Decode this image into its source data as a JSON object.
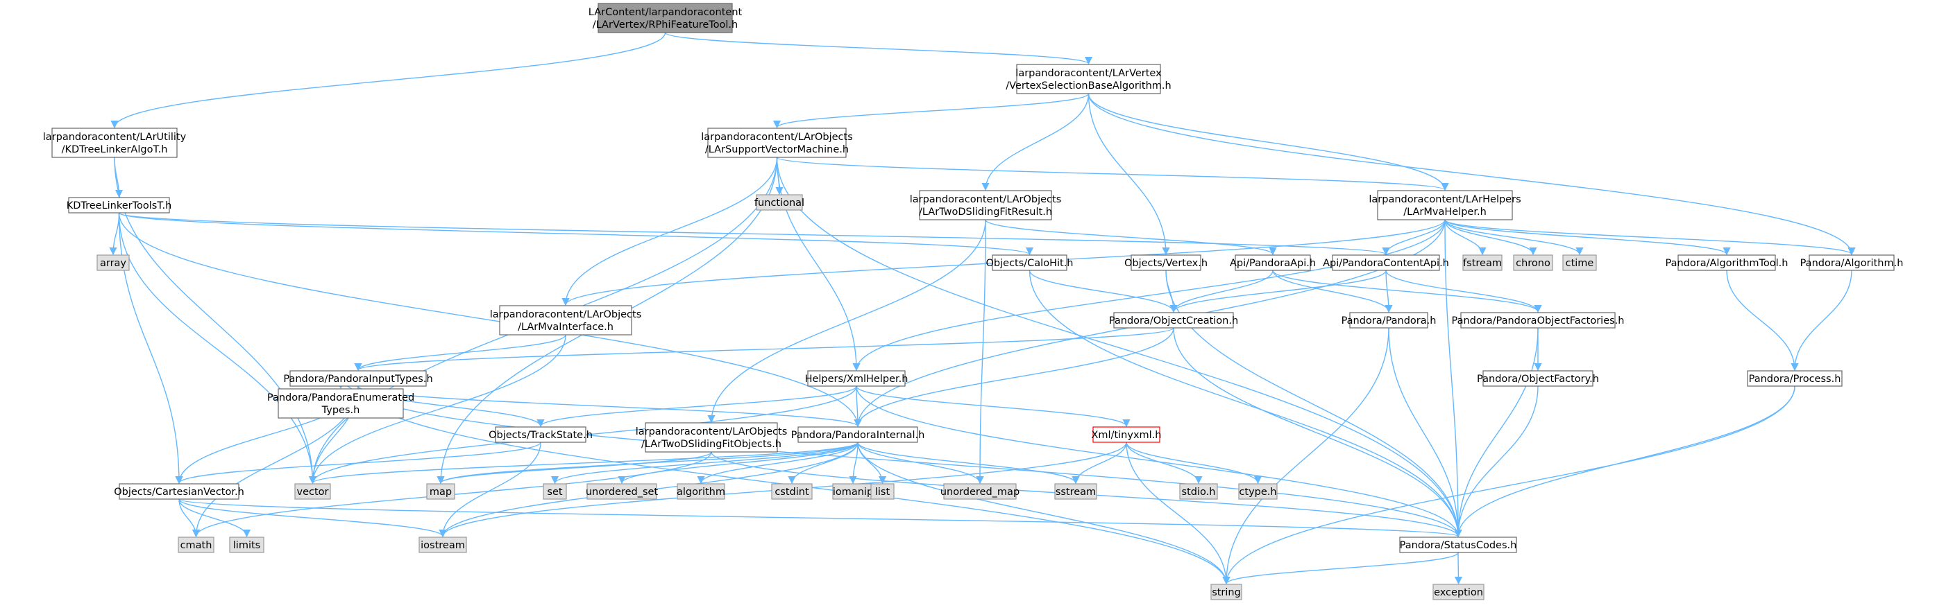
{
  "colors": {
    "edge": "#63b8ff",
    "root_fill": "#999999",
    "root_stroke": "#666666",
    "node_fill": "#ffffff",
    "node_stroke": "#666666",
    "system_fill": "#e0e0e0",
    "system_stroke": "#999999",
    "truncated_stroke": "#ff0000",
    "text": "#000000"
  },
  "nodes": [
    {
      "id": "root",
      "kind": "root",
      "lines": [
        "LArContent/larpandoracontent",
        "/LArVertex/RPhiFeatureTool.h"
      ]
    },
    {
      "id": "vsba",
      "kind": "normal",
      "lines": [
        "larpandoracontent/LArVertex",
        "/VertexSelectionBaseAlgorithm.h"
      ]
    },
    {
      "id": "kdalgo",
      "kind": "normal",
      "lines": [
        "larpandoracontent/LArUtility",
        "/KDTreeLinkerAlgoT.h"
      ]
    },
    {
      "id": "svm",
      "kind": "normal",
      "lines": [
        "larpandoracontent/LArObjects",
        "/LArSupportVectorMachine.h"
      ]
    },
    {
      "id": "kdtools",
      "kind": "normal",
      "lines": [
        "KDTreeLinkerToolsT.h"
      ]
    },
    {
      "id": "functional",
      "kind": "system",
      "lines": [
        "functional"
      ]
    },
    {
      "id": "fitres",
      "kind": "normal",
      "lines": [
        "larpandoracontent/LArObjects",
        "/LArTwoDSlidingFitResult.h"
      ]
    },
    {
      "id": "mva",
      "kind": "normal",
      "lines": [
        "larpandoracontent/LArHelpers",
        "/LArMvaHelper.h"
      ]
    },
    {
      "id": "array",
      "kind": "system",
      "lines": [
        "array"
      ]
    },
    {
      "id": "calohit",
      "kind": "normal",
      "lines": [
        "Objects/CaloHit.h"
      ]
    },
    {
      "id": "vertex_h",
      "kind": "normal",
      "lines": [
        "Objects/Vertex.h"
      ]
    },
    {
      "id": "api",
      "kind": "normal",
      "lines": [
        "Api/PandoraApi.h"
      ]
    },
    {
      "id": "contentapi",
      "kind": "normal",
      "lines": [
        "Api/PandoraContentApi.h"
      ]
    },
    {
      "id": "fstream",
      "kind": "system",
      "lines": [
        "fstream"
      ]
    },
    {
      "id": "chrono",
      "kind": "system",
      "lines": [
        "chrono"
      ]
    },
    {
      "id": "ctime",
      "kind": "system",
      "lines": [
        "ctime"
      ]
    },
    {
      "id": "algtool",
      "kind": "normal",
      "lines": [
        "Pandora/AlgorithmTool.h"
      ]
    },
    {
      "id": "algorithm_h",
      "kind": "normal",
      "lines": [
        "Pandora/Algorithm.h"
      ]
    },
    {
      "id": "mvaint",
      "kind": "normal",
      "lines": [
        "larpandoracontent/LArObjects",
        "/LArMvaInterface.h"
      ]
    },
    {
      "id": "objcreation",
      "kind": "normal",
      "lines": [
        "Pandora/ObjectCreation.h"
      ]
    },
    {
      "id": "pandora_h",
      "kind": "normal",
      "lines": [
        "Pandora/Pandora.h"
      ]
    },
    {
      "id": "objfactories",
      "kind": "normal",
      "lines": [
        "Pandora/PandoraObjectFactories.h"
      ]
    },
    {
      "id": "inputtypes",
      "kind": "normal",
      "lines": [
        "Pandora/PandoraInputTypes.h"
      ]
    },
    {
      "id": "xmlhelper",
      "kind": "normal",
      "lines": [
        "Helpers/XmlHelper.h"
      ]
    },
    {
      "id": "objfactory",
      "kind": "normal",
      "lines": [
        "Pandora/ObjectFactory.h"
      ]
    },
    {
      "id": "process",
      "kind": "normal",
      "lines": [
        "Pandora/Process.h"
      ]
    },
    {
      "id": "enumtypes",
      "kind": "normal",
      "lines": [
        "Pandora/PandoraEnumerated",
        "Types.h"
      ]
    },
    {
      "id": "trackstate",
      "kind": "normal",
      "lines": [
        "Objects/TrackState.h"
      ]
    },
    {
      "id": "fitobjs",
      "kind": "normal",
      "lines": [
        "larpandoracontent/LArObjects",
        "/LArTwoDSlidingFitObjects.h"
      ]
    },
    {
      "id": "internal",
      "kind": "normal",
      "lines": [
        "Pandora/PandoraInternal.h"
      ]
    },
    {
      "id": "tinyxml",
      "kind": "truncated",
      "lines": [
        "Xml/tinyxml.h"
      ]
    },
    {
      "id": "cartesian",
      "kind": "normal",
      "lines": [
        "Objects/CartesianVector.h"
      ]
    },
    {
      "id": "vector",
      "kind": "system",
      "lines": [
        "vector"
      ]
    },
    {
      "id": "map",
      "kind": "system",
      "lines": [
        "map"
      ]
    },
    {
      "id": "set",
      "kind": "system",
      "lines": [
        "set"
      ]
    },
    {
      "id": "unordered_set",
      "kind": "system",
      "lines": [
        "unordered_set"
      ]
    },
    {
      "id": "algorithm",
      "kind": "system",
      "lines": [
        "algorithm"
      ]
    },
    {
      "id": "cstdint",
      "kind": "system",
      "lines": [
        "cstdint"
      ]
    },
    {
      "id": "iomanip",
      "kind": "system",
      "lines": [
        "iomanip"
      ]
    },
    {
      "id": "list",
      "kind": "system",
      "lines": [
        "list"
      ]
    },
    {
      "id": "unordered_map",
      "kind": "system",
      "lines": [
        "unordered_map"
      ]
    },
    {
      "id": "sstream",
      "kind": "system",
      "lines": [
        "sstream"
      ]
    },
    {
      "id": "stdio",
      "kind": "system",
      "lines": [
        "stdio.h"
      ]
    },
    {
      "id": "ctype",
      "kind": "system",
      "lines": [
        "ctype.h"
      ]
    },
    {
      "id": "cmath",
      "kind": "system",
      "lines": [
        "cmath"
      ]
    },
    {
      "id": "limits",
      "kind": "system",
      "lines": [
        "limits"
      ]
    },
    {
      "id": "iostream",
      "kind": "system",
      "lines": [
        "iostream"
      ]
    },
    {
      "id": "statuscodes",
      "kind": "normal",
      "lines": [
        "Pandora/StatusCodes.h"
      ]
    },
    {
      "id": "string",
      "kind": "system",
      "lines": [
        "string"
      ]
    },
    {
      "id": "exception",
      "kind": "system",
      "lines": [
        "exception"
      ]
    }
  ],
  "edges": [
    [
      "root",
      "vsba"
    ],
    [
      "root",
      "kdalgo"
    ],
    [
      "vsba",
      "svm"
    ],
    [
      "vsba",
      "fitres"
    ],
    [
      "vsba",
      "vertex_h"
    ],
    [
      "vsba",
      "mva"
    ],
    [
      "vsba",
      "algorithm_h"
    ],
    [
      "kdalgo",
      "kdtools"
    ],
    [
      "kdalgo",
      "vector"
    ],
    [
      "svm",
      "functional"
    ],
    [
      "svm",
      "mva"
    ],
    [
      "svm",
      "mvaint"
    ],
    [
      "svm",
      "xmlhelper"
    ],
    [
      "svm",
      "map"
    ],
    [
      "svm",
      "vector"
    ],
    [
      "svm",
      "statuscodes"
    ],
    [
      "kdtools",
      "array"
    ],
    [
      "kdtools",
      "calohit"
    ],
    [
      "kdtools",
      "contentapi"
    ],
    [
      "kdtools",
      "internal"
    ],
    [
      "kdtools",
      "cartesian"
    ],
    [
      "kdtools",
      "vector"
    ],
    [
      "fitres",
      "api"
    ],
    [
      "fitres",
      "fitobjs"
    ],
    [
      "fitres",
      "unordered_map"
    ],
    [
      "mva",
      "fstream"
    ],
    [
      "mva",
      "chrono"
    ],
    [
      "mva",
      "ctime"
    ],
    [
      "mva",
      "algtool"
    ],
    [
      "mva",
      "algorithm_h"
    ],
    [
      "mva",
      "contentapi"
    ],
    [
      "mva",
      "mvaint"
    ],
    [
      "mva",
      "xmlhelper"
    ],
    [
      "mva",
      "internal"
    ],
    [
      "mva",
      "statuscodes"
    ],
    [
      "calohit",
      "objcreation"
    ],
    [
      "calohit",
      "statuscodes"
    ],
    [
      "vertex_h",
      "objcreation"
    ],
    [
      "vertex_h",
      "statuscodes"
    ],
    [
      "api",
      "objcreation"
    ],
    [
      "api",
      "pandora_h"
    ],
    [
      "api",
      "objfactories"
    ],
    [
      "contentapi",
      "objcreation"
    ],
    [
      "contentapi",
      "pandora_h"
    ],
    [
      "contentapi",
      "objfactories"
    ],
    [
      "algtool",
      "process"
    ],
    [
      "algorithm_h",
      "process"
    ],
    [
      "mvaint",
      "inputtypes"
    ],
    [
      "mvaint",
      "vector"
    ],
    [
      "objcreation",
      "inputtypes"
    ],
    [
      "objcreation",
      "internal"
    ],
    [
      "objcreation",
      "statuscodes"
    ],
    [
      "pandora_h",
      "statuscodes"
    ],
    [
      "pandora_h",
      "string"
    ],
    [
      "objfactories",
      "objfactory"
    ],
    [
      "objfactories",
      "statuscodes"
    ],
    [
      "objfactory",
      "statuscodes"
    ],
    [
      "process",
      "statuscodes"
    ],
    [
      "process",
      "string"
    ],
    [
      "inputtypes",
      "enumtypes"
    ],
    [
      "inputtypes",
      "trackstate"
    ],
    [
      "inputtypes",
      "internal"
    ],
    [
      "inputtypes",
      "cartesian"
    ],
    [
      "inputtypes",
      "statuscodes"
    ],
    [
      "inputtypes",
      "vector"
    ],
    [
      "inputtypes",
      "cmath"
    ],
    [
      "inputtypes",
      "string"
    ],
    [
      "xmlhelper",
      "trackstate"
    ],
    [
      "xmlhelper",
      "internal"
    ],
    [
      "xmlhelper",
      "tinyxml"
    ],
    [
      "xmlhelper",
      "statuscodes"
    ],
    [
      "xmlhelper",
      "vector"
    ],
    [
      "trackstate",
      "cartesian"
    ],
    [
      "trackstate",
      "iostream"
    ],
    [
      "fitobjs",
      "map"
    ],
    [
      "fitobjs",
      "cmath"
    ],
    [
      "fitobjs",
      "statuscodes"
    ],
    [
      "internal",
      "vector"
    ],
    [
      "internal",
      "map"
    ],
    [
      "internal",
      "set"
    ],
    [
      "internal",
      "unordered_set"
    ],
    [
      "internal",
      "algorithm"
    ],
    [
      "internal",
      "cstdint"
    ],
    [
      "internal",
      "iomanip"
    ],
    [
      "internal",
      "list"
    ],
    [
      "internal",
      "unordered_map"
    ],
    [
      "internal",
      "sstream"
    ],
    [
      "internal",
      "iostream"
    ],
    [
      "internal",
      "string"
    ],
    [
      "tinyxml",
      "sstream"
    ],
    [
      "tinyxml",
      "stdio"
    ],
    [
      "tinyxml",
      "ctype"
    ],
    [
      "tinyxml",
      "string"
    ],
    [
      "tinyxml",
      "iostream"
    ],
    [
      "cartesian",
      "cmath"
    ],
    [
      "cartesian",
      "limits"
    ],
    [
      "cartesian",
      "iostream"
    ],
    [
      "cartesian",
      "statuscodes"
    ],
    [
      "statuscodes",
      "string"
    ],
    [
      "statuscodes",
      "exception"
    ]
  ]
}
